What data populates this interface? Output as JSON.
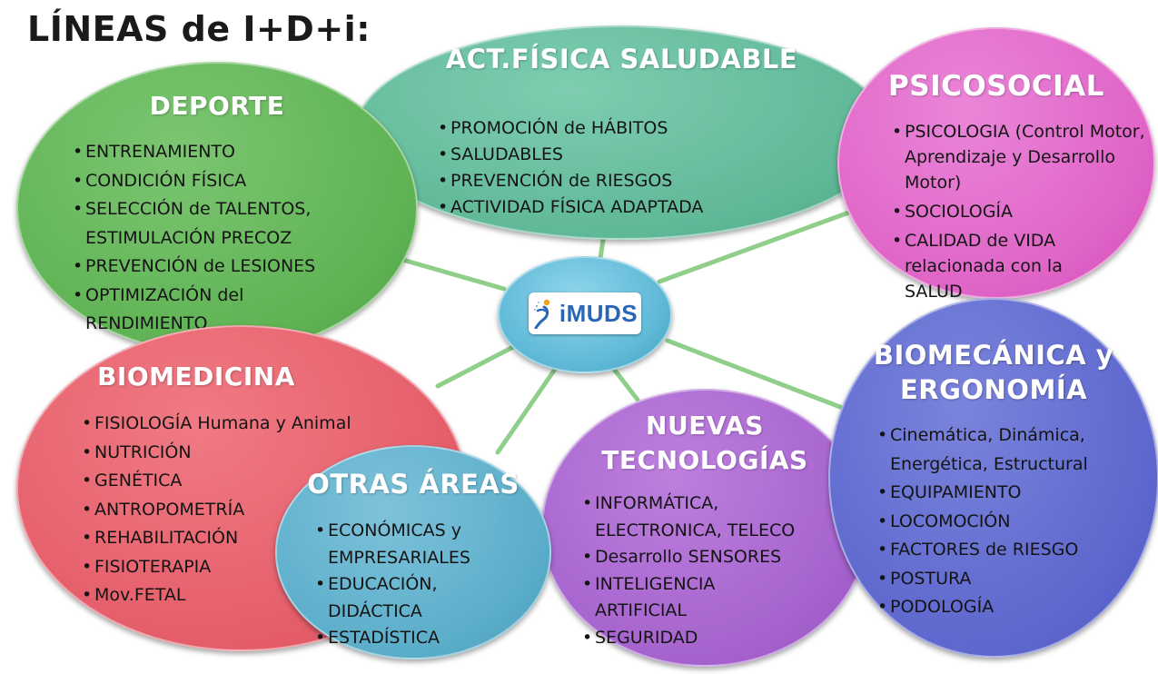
{
  "page_title": "LÍNEAS de I+D+i:",
  "hub": {
    "logo_text": "iMUDS"
  },
  "act_fisica": {
    "title": "ACT.FÍSICA SALUDABLE",
    "items": [
      "PROMOCIÓN de HÁBITOS",
      "SALUDABLES",
      "PREVENCIÓN de RIESGOS",
      "ACTIVIDAD FÍSICA ADAPTADA"
    ]
  },
  "psicosocial": {
    "title": "PSICOSOCIAL",
    "items": [
      "PSICOLOGIA (Control Motor, Aprendizaje y Desarrollo Motor)",
      "SOCIOLOGÍA",
      "CALIDAD de VIDA relacionada con la SALUD"
    ]
  },
  "deporte": {
    "title": "DEPORTE",
    "items": [
      "ENTRENAMIENTO",
      "CONDICIÓN FÍSICA",
      "SELECCIÓN de TALENTOS, ESTIMULACIÓN PRECOZ",
      "PREVENCIÓN de LESIONES",
      "OPTIMIZACIÓN del RENDIMIENTO"
    ]
  },
  "biomedicina": {
    "title": "BIOMEDICINA",
    "items": [
      "FISIOLOGÍA Humana y Animal",
      "NUTRICIÓN",
      "GENÉTICA",
      "ANTROPOMETRÍA",
      "REHABILITACIÓN",
      "FISIOTERAPIA",
      "Mov.FETAL"
    ]
  },
  "otras": {
    "title": "OTRAS ÁREAS",
    "items": [
      "ECONÓMICAS y EMPRESARIALES",
      "EDUCACIÓN, DIDÁCTICA",
      "ESTADÍSTICA"
    ]
  },
  "nuevas": {
    "title_line1": "NUEVAS",
    "title_line2": "TECNOLOGÍAS",
    "items": [
      "INFORMÁTICA, ELECTRONICA, TELECO",
      "Desarrollo SENSORES",
      "INTELIGENCIA ARTIFICIAL",
      "SEGURIDAD"
    ]
  },
  "biomecanica": {
    "title_line1": "BIOMECÁNICA y",
    "title_line2": "ERGONOMÍA",
    "items": [
      "Cinemática, Dinámica, Energética, Estructural",
      "EQUIPAMIENTO",
      "LOCOMOCIÓN",
      "FACTORES de RIESGO",
      "POSTURA",
      "PODOLOGÍA"
    ]
  },
  "colors": {
    "act_fisica": "#5fb897",
    "psicosocial": "#df63c6",
    "deporte": "#5fb354",
    "biomedicina": "#e45d69",
    "otras": "#5aadc9",
    "nuevas": "#a562cd",
    "biomecanica": "#5d67cd",
    "hub": "#5fb9d6",
    "connector": "#8fcf8a"
  }
}
